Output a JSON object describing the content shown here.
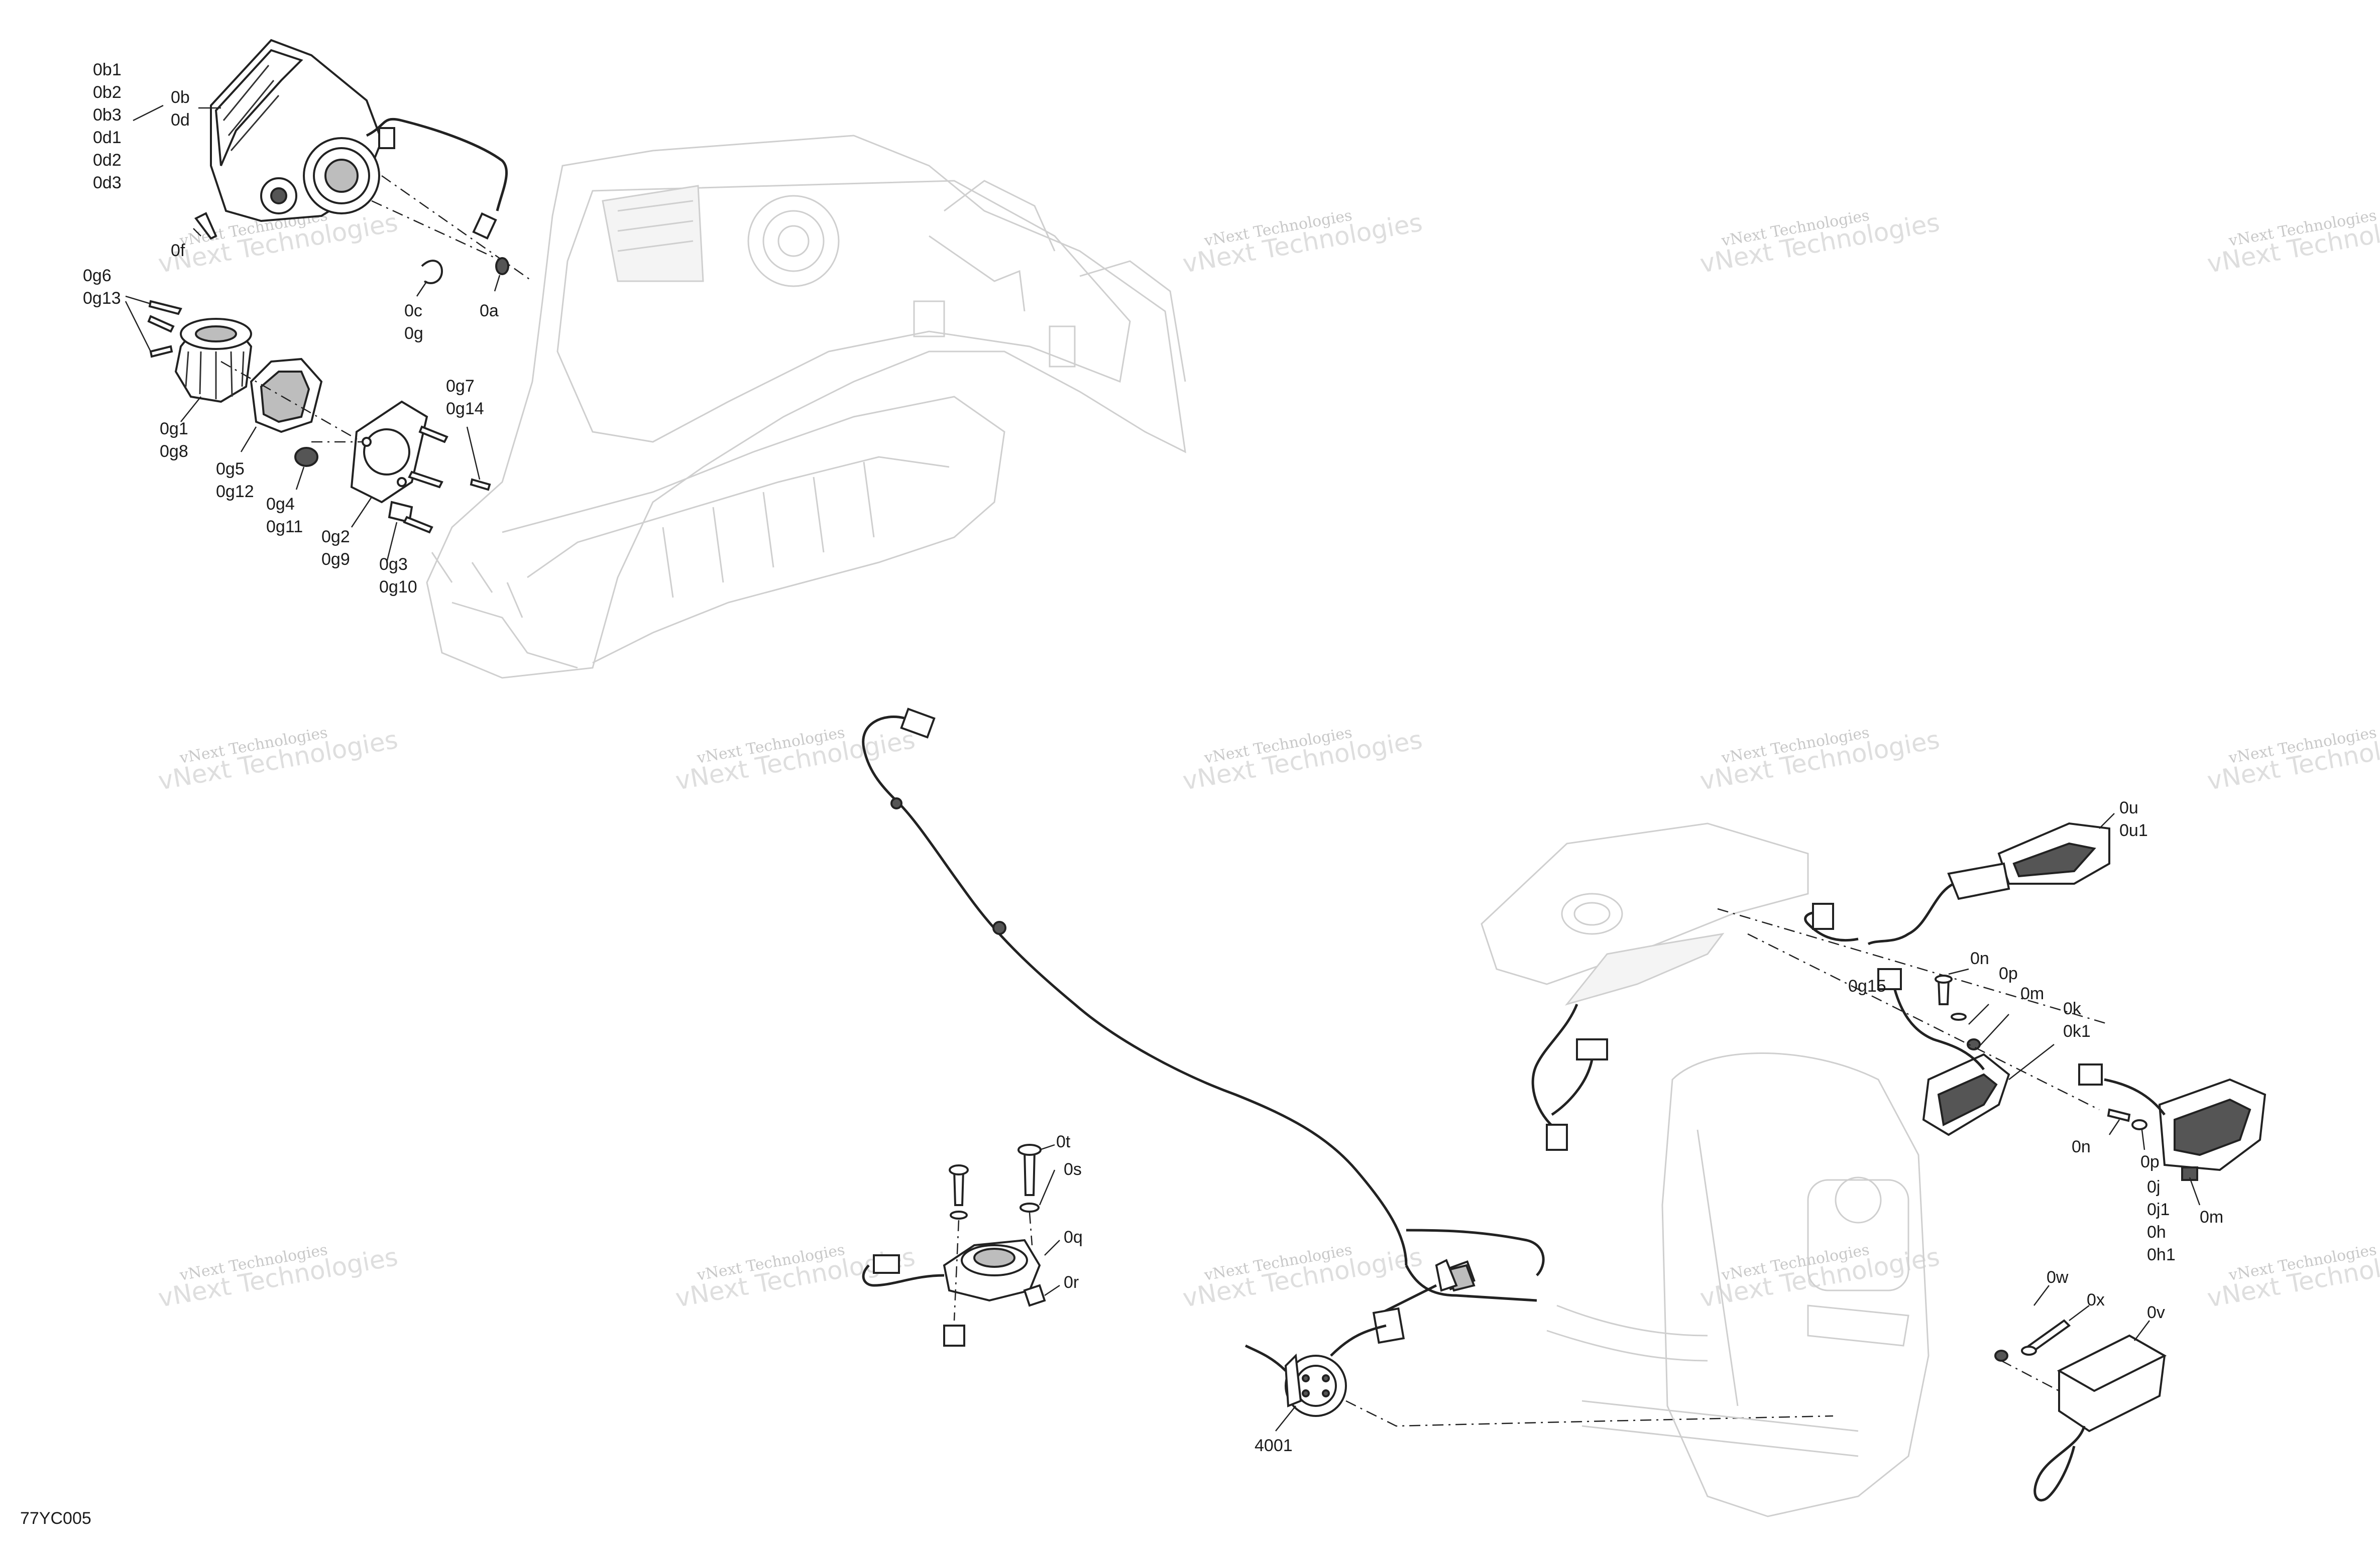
{
  "figure_code": "77YC005",
  "watermark": {
    "line1": "vNext Technologies",
    "line2": "vNext Technologies"
  },
  "callouts": {
    "headlight_refs": [
      "0b1",
      "0b2",
      "0b3",
      "0d1",
      "0d2",
      "0d3"
    ],
    "headlight": [
      "0b",
      "0d"
    ],
    "screw_0f": "0f",
    "clip": [
      "0c",
      "0g"
    ],
    "grommet": "0a",
    "screws_top": [
      "0g6",
      "0g13"
    ],
    "fog_lamp": [
      "0g1",
      "0g8"
    ],
    "bezel": [
      "0g5",
      "0g12"
    ],
    "plug": [
      "0g4",
      "0g11"
    ],
    "bracket": [
      "0g2",
      "0g9"
    ],
    "screw_right": [
      "0g7",
      "0g14"
    ],
    "adjuster": [
      "0g3",
      "0g10"
    ],
    "bolt_0t": "0t",
    "washer_0s": "0s",
    "horn": "0q",
    "nut_0r": "0r",
    "switch_harness": "4001",
    "signal_right": [
      "0u",
      "0u1"
    ],
    "screw_0n_top": "0n",
    "washer_0p_top": "0p",
    "nut_0m_top": "0m",
    "connector_0g15": "0g15",
    "tail_center": [
      "0k",
      "0k1"
    ],
    "screw_0n_bottom": "0n",
    "washer_0p_bottom": "0p",
    "tail_right": [
      "0j",
      "0j1",
      "0h",
      "0h1"
    ],
    "nut_0m_bottom": "0m",
    "screw_0w": "0w",
    "bracket_0x": "0x",
    "relay_box": "0v"
  }
}
